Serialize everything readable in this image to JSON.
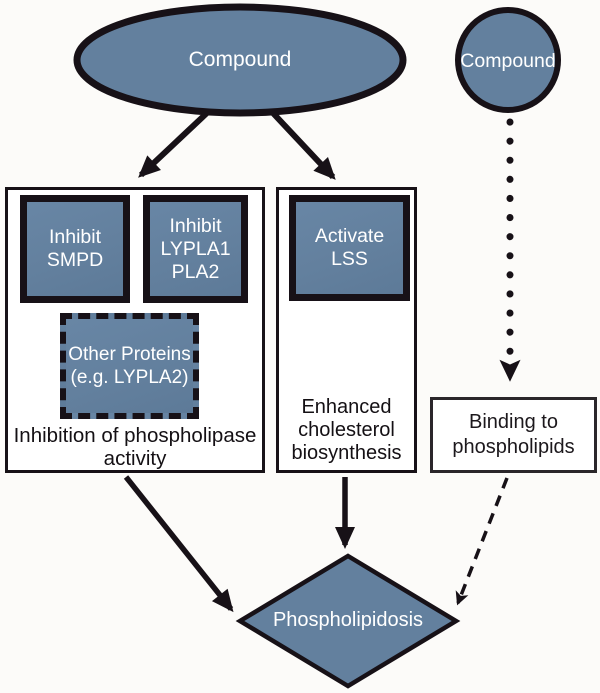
{
  "diagram": {
    "colors": {
      "node_fill": "#63809e",
      "outline": "#171117",
      "background": "#fcfbf9",
      "node_text": "#ffffff",
      "body_text": "#1c181c"
    },
    "nodes": {
      "compound_main": {
        "label": "Compound",
        "shape": "ellipse"
      },
      "compound_side": {
        "label": "Compound",
        "shape": "circle"
      },
      "inhibit_smpd": {
        "lines": [
          "Inhibit",
          "SMPD"
        ]
      },
      "inhibit_lypla": {
        "lines": [
          "Inhibit",
          "LYPLA1",
          "PLA2"
        ]
      },
      "other_proteins": {
        "lines": [
          "Other Proteins",
          "(e.g. LYPLA2)"
        ]
      },
      "inhibition_caption": {
        "lines": [
          "Inhibition of phospholipase",
          "activity"
        ]
      },
      "activate_lss": {
        "lines": [
          "Activate",
          "LSS"
        ]
      },
      "cholesterol_caption": {
        "lines": [
          "Enhanced",
          "cholesterol",
          "biosynthesis"
        ]
      },
      "binding": {
        "lines": [
          "Binding to",
          "phospholipids"
        ]
      },
      "phospholipidosis": {
        "label": "Phospholipidosis",
        "shape": "diamond"
      }
    },
    "edges": [
      {
        "from": "compound_main",
        "to": "inhibition_group",
        "style": "solid"
      },
      {
        "from": "compound_main",
        "to": "cholesterol_group",
        "style": "solid"
      },
      {
        "from": "compound_side",
        "to": "binding",
        "style": "dotted"
      },
      {
        "from": "inhibition_group",
        "to": "phospholipidosis",
        "style": "solid"
      },
      {
        "from": "cholesterol_group",
        "to": "phospholipidosis",
        "style": "solid"
      },
      {
        "from": "binding",
        "to": "phospholipidosis",
        "style": "dashed"
      }
    ]
  }
}
